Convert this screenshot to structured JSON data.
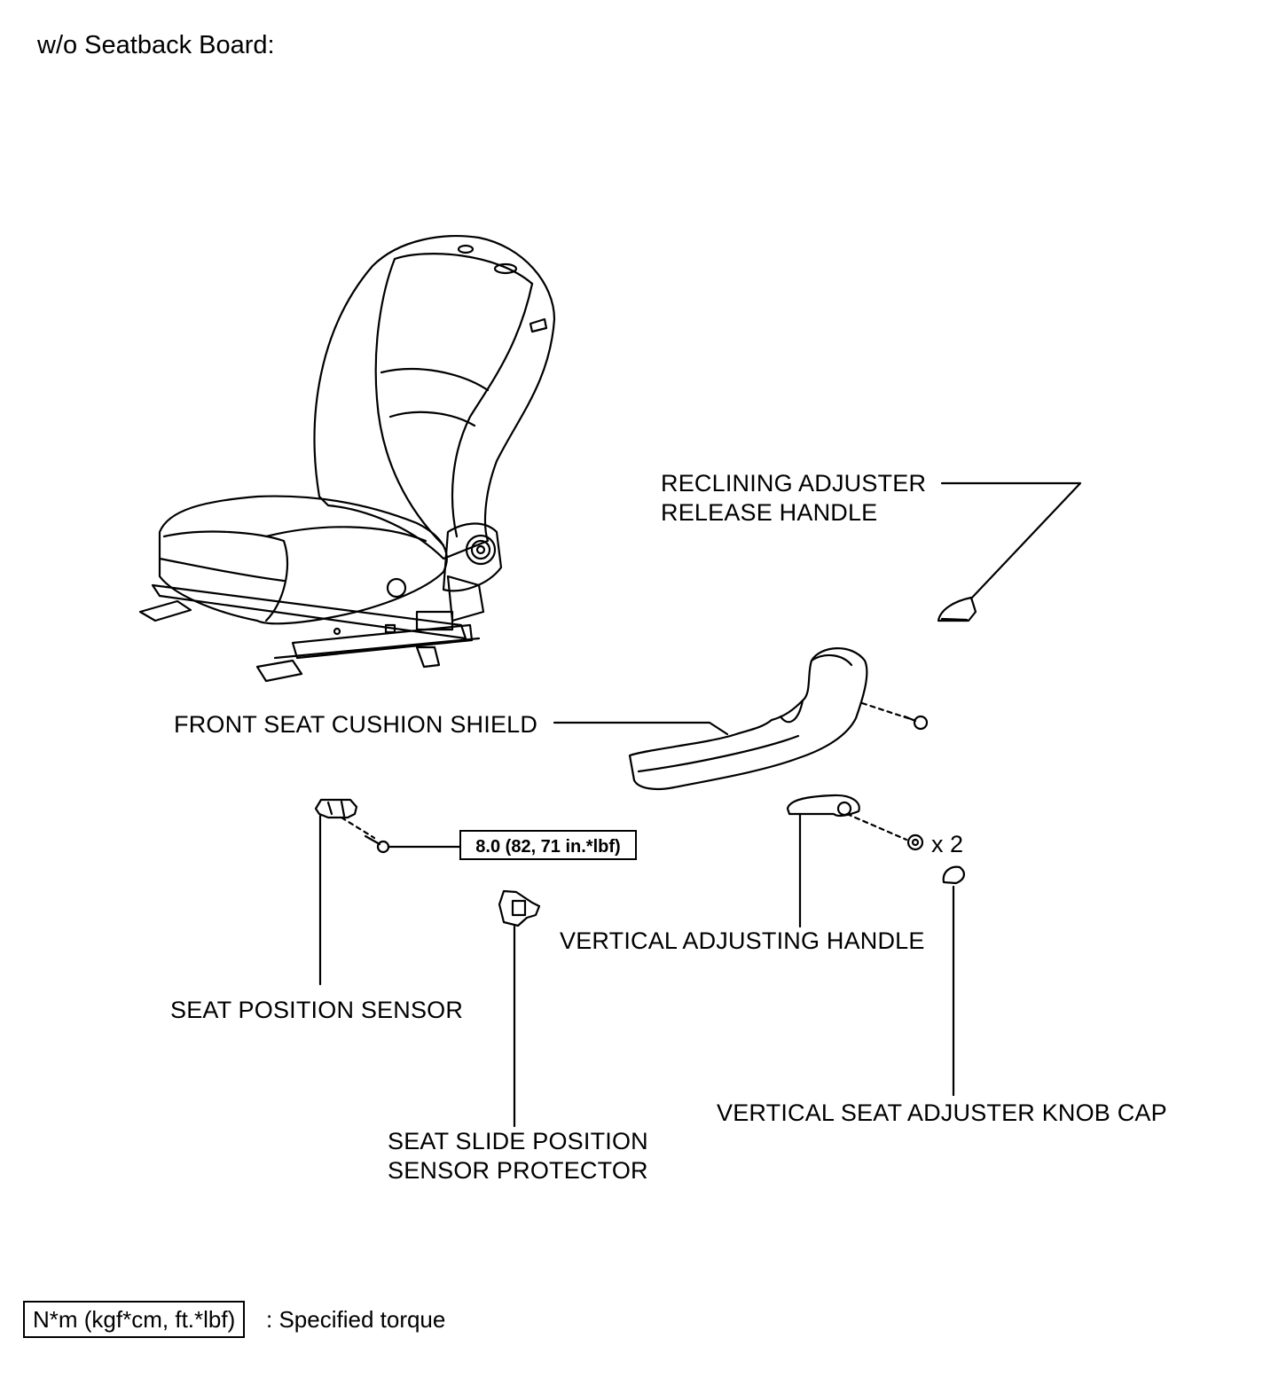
{
  "title": "w/o Seatback Board:",
  "labels": {
    "reclining_line1": "RECLINING ADJUSTER",
    "reclining_line2": "RELEASE HANDLE",
    "front_shield": "FRONT SEAT CUSHION SHIELD",
    "vertical_handle": "VERTICAL ADJUSTING HANDLE",
    "seat_position_sensor": "SEAT POSITION SENSOR",
    "slide_line1": "SEAT SLIDE POSITION",
    "slide_line2": "SENSOR PROTECTOR",
    "knob_cap": "VERTICAL SEAT ADJUSTER KNOB CAP"
  },
  "torque_spec": "8.0 (82, 71 in.*lbf)",
  "quantity": "x 2",
  "legend": {
    "box": "N*m (kgf*cm, ft.*lbf)",
    "text": ": Specified torque"
  }
}
